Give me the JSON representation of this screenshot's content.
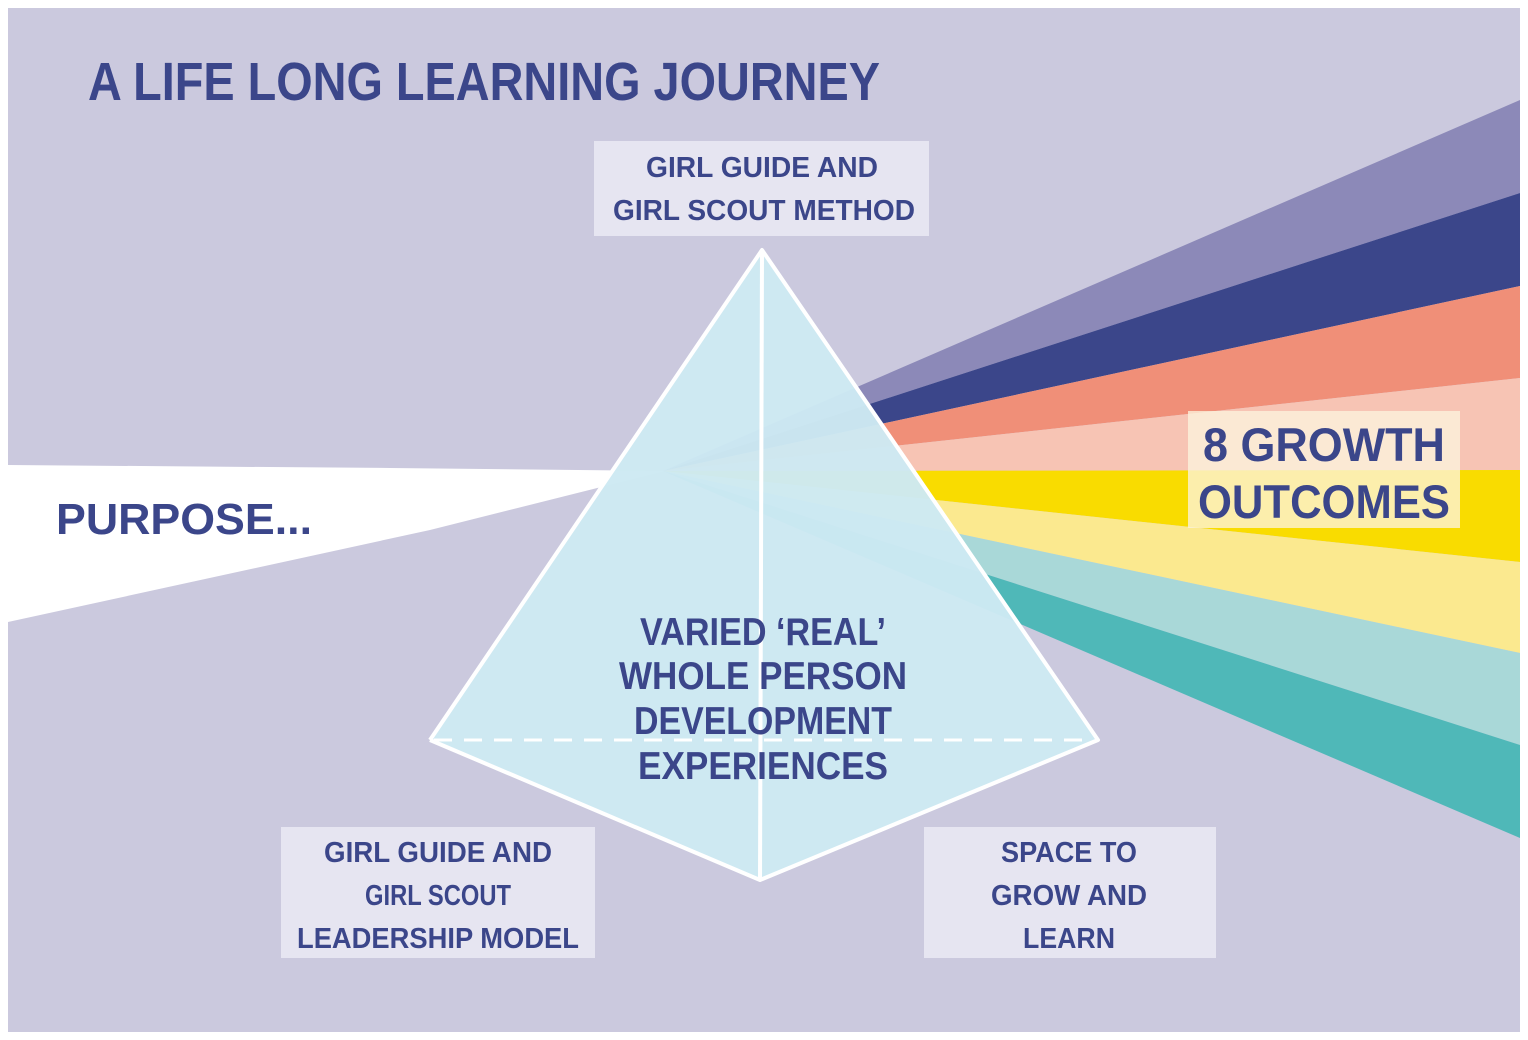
{
  "title": "A LIFE LONG LEARNING JOURNEY",
  "input_beam_label": "PURPOSE...",
  "output_label": {
    "line1": "8 GROWTH",
    "line2": "OUTCOMES"
  },
  "prism": {
    "center_text": [
      "VARIED ‘REAL’",
      "WHOLE PERSON",
      "DEVELOPMENT",
      "EXPERIENCES"
    ],
    "top_label": [
      "GIRL GUIDE AND",
      "GIRL SCOUT METHOD"
    ],
    "bottom_left_label": [
      "GIRL GUIDE AND",
      "GIRL SCOUT",
      "LEADERSHIP MODEL"
    ],
    "bottom_right_label": [
      "SPACE TO",
      "GROW AND",
      "LEARN"
    ]
  },
  "colors": {
    "background": "#cbc9de",
    "text": "#3b468a",
    "prism_fill": "#cde9f3",
    "label_box": "#e6e5f1",
    "beam": "#ffffff",
    "rays": [
      "#8c89b8",
      "#3b468a",
      "#f08f78",
      "#f7c4b4",
      "#f9dc00",
      "#fbe98f",
      "#a9d8d8",
      "#4fb8b8"
    ]
  }
}
